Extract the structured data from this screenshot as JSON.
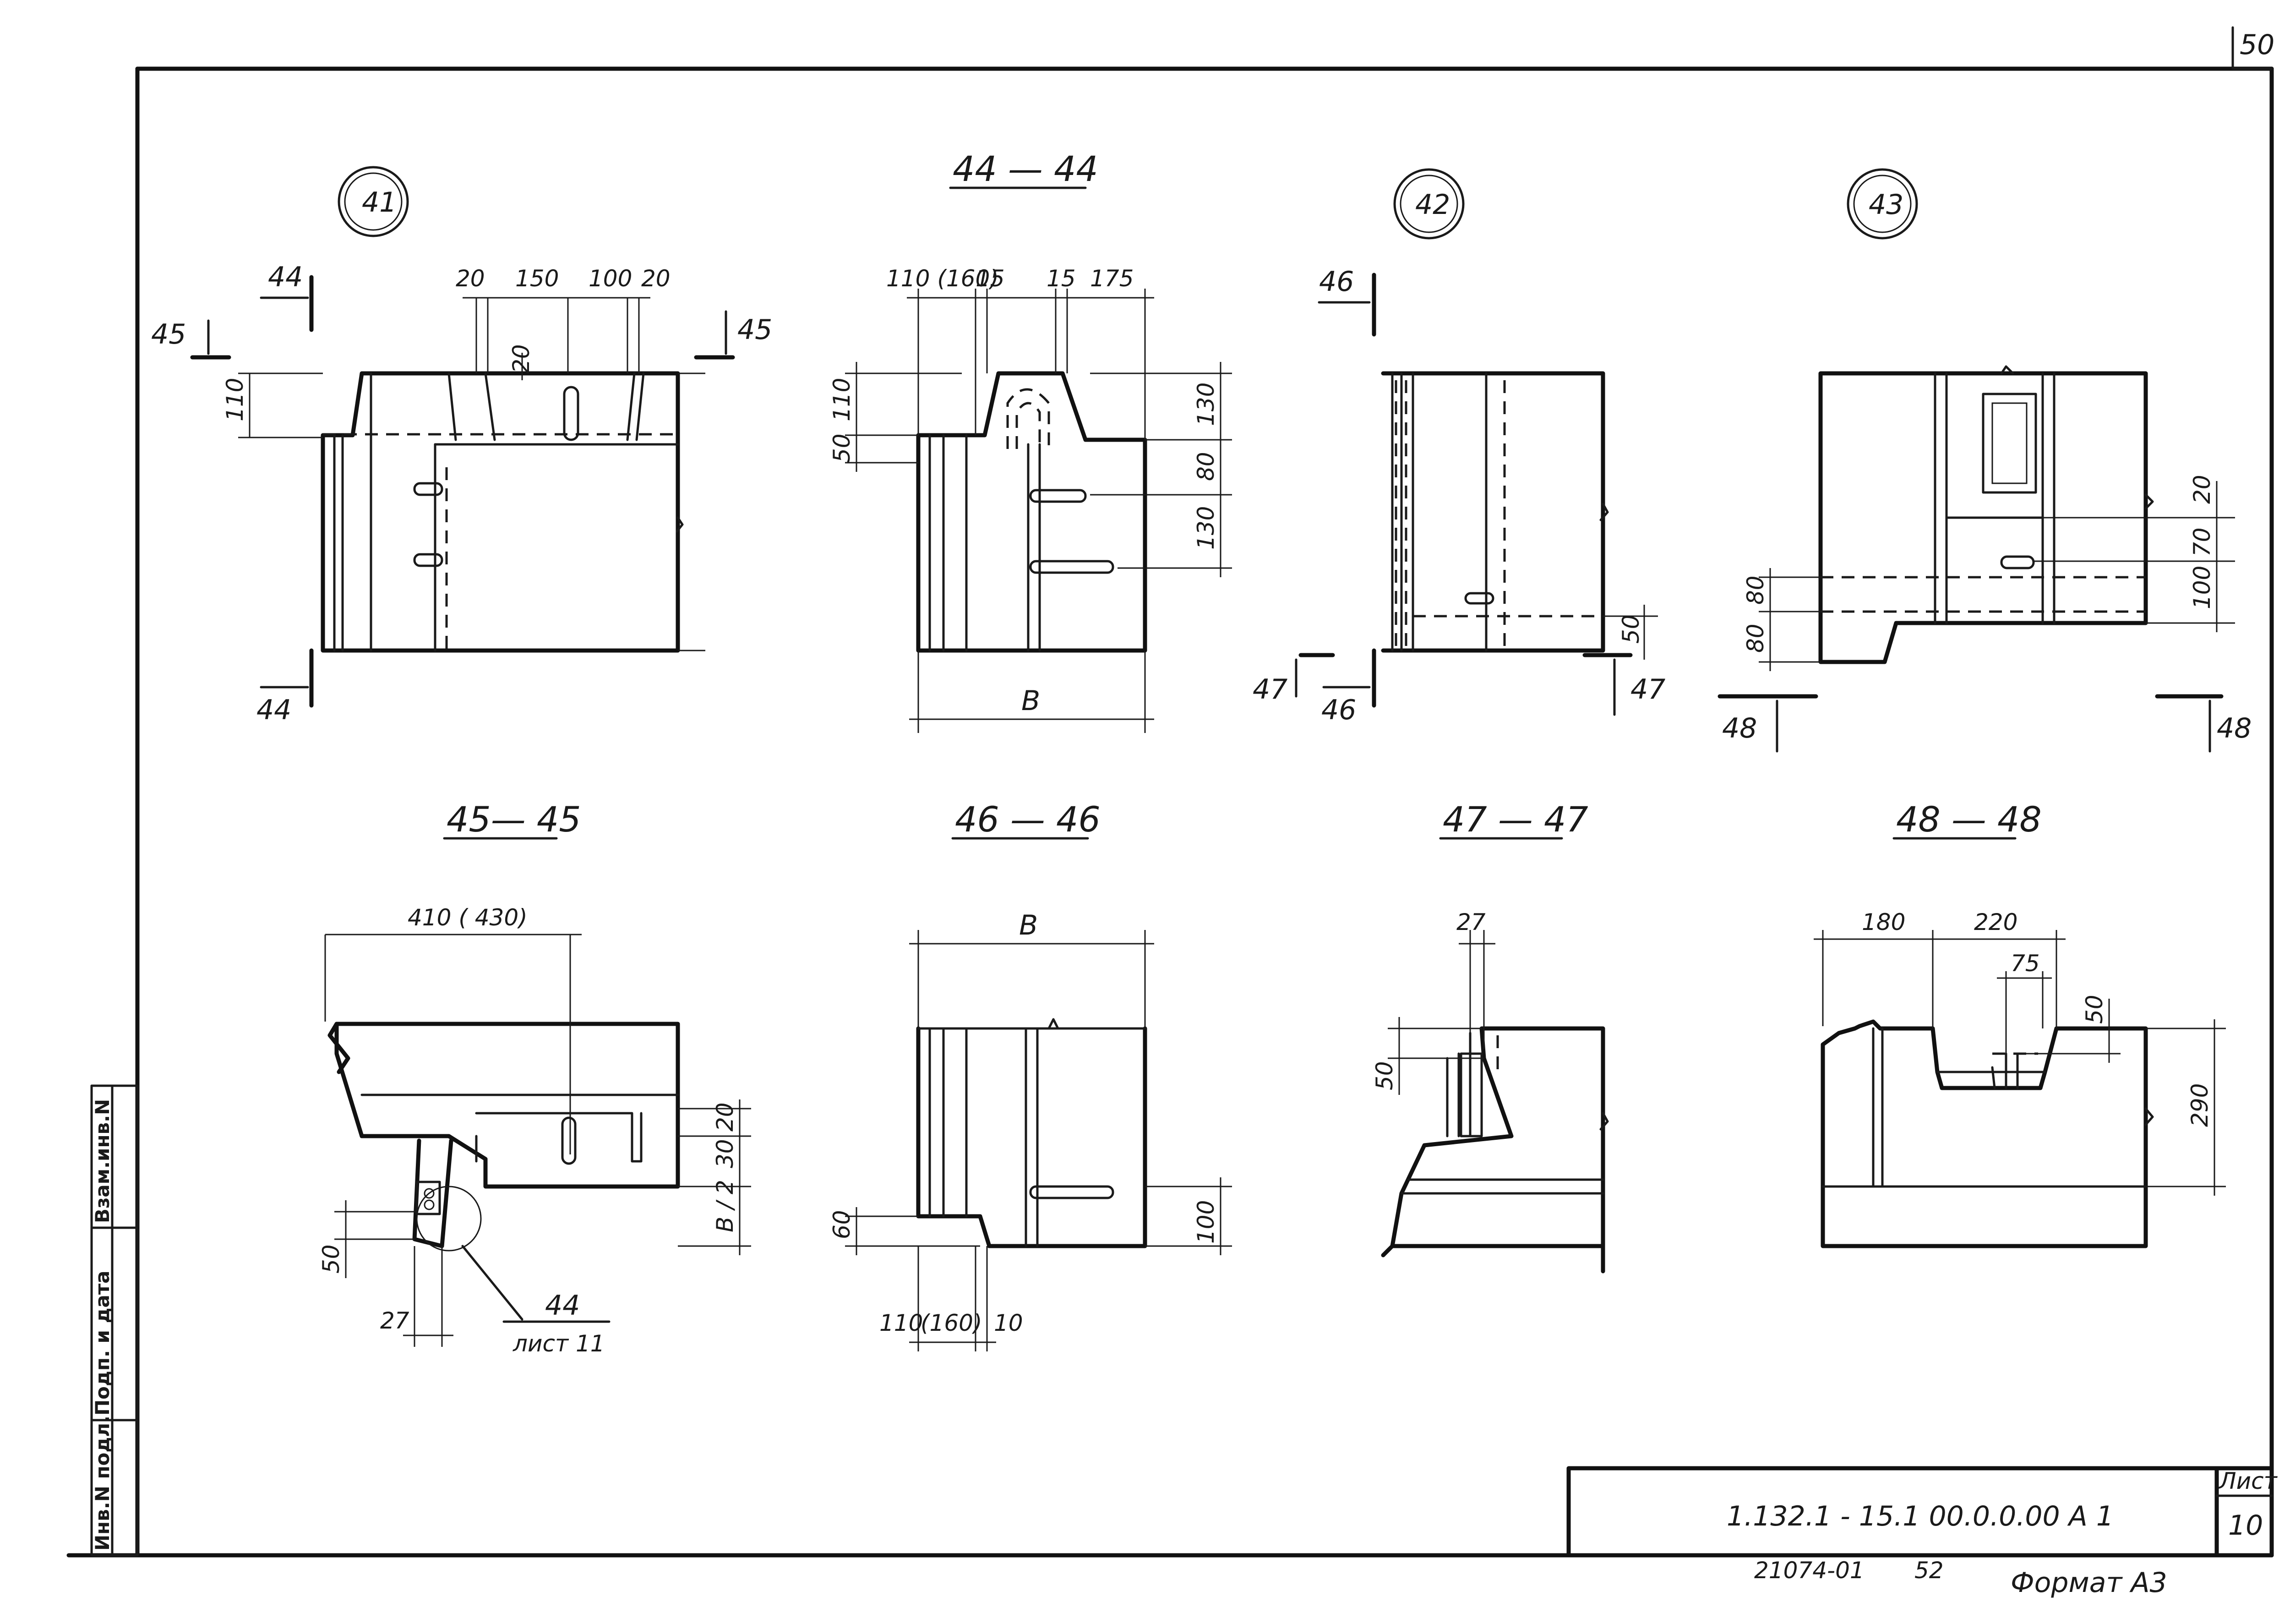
{
  "page_number": "50",
  "views": {
    "v41": {
      "label": "41",
      "dims": [
        "20",
        "150",
        "100",
        "20",
        "20",
        "110"
      ],
      "cuts": [
        "44",
        "45",
        "45",
        "44"
      ]
    },
    "s4444": {
      "title": "44 — 44",
      "dims": [
        "110 (160)",
        "15",
        "15",
        "175",
        "110",
        "50",
        "130",
        "80",
        "130",
        "B"
      ]
    },
    "v42": {
      "label": "42",
      "dims": [
        "50"
      ],
      "cuts": [
        "46",
        "47",
        "46",
        "47"
      ]
    },
    "v43": {
      "label": "43",
      "dims": [
        "20",
        "70",
        "100",
        "80",
        "80"
      ],
      "cuts": [
        "48",
        "48"
      ]
    },
    "s4545": {
      "title": "45— 45",
      "dims": [
        "410 ( 430)",
        "20",
        "30",
        "B / 2",
        "50",
        "27",
        "44",
        "лист 11"
      ]
    },
    "s4646": {
      "title": "46 — 46",
      "dims": [
        "B",
        "60",
        "100",
        "110",
        "(160)",
        "10"
      ]
    },
    "s4747": {
      "title": "47 — 47",
      "dims": [
        "27",
        "50"
      ]
    },
    "s4848": {
      "title": "48 — 48",
      "dims": [
        "180",
        "220",
        "75",
        "50",
        "290"
      ]
    }
  },
  "side_stamp": [
    "Инв.N подл.",
    "Подп. и дата",
    "Взам.инв.N"
  ],
  "title_block": {
    "code": "1.132.1 - 15.1    00.0.0.00 A 1",
    "sheet_label": "Лист",
    "sheet_number": "10"
  },
  "footer": {
    "archive": "21074-01",
    "archive_page": "52",
    "format": "Формат А3"
  }
}
